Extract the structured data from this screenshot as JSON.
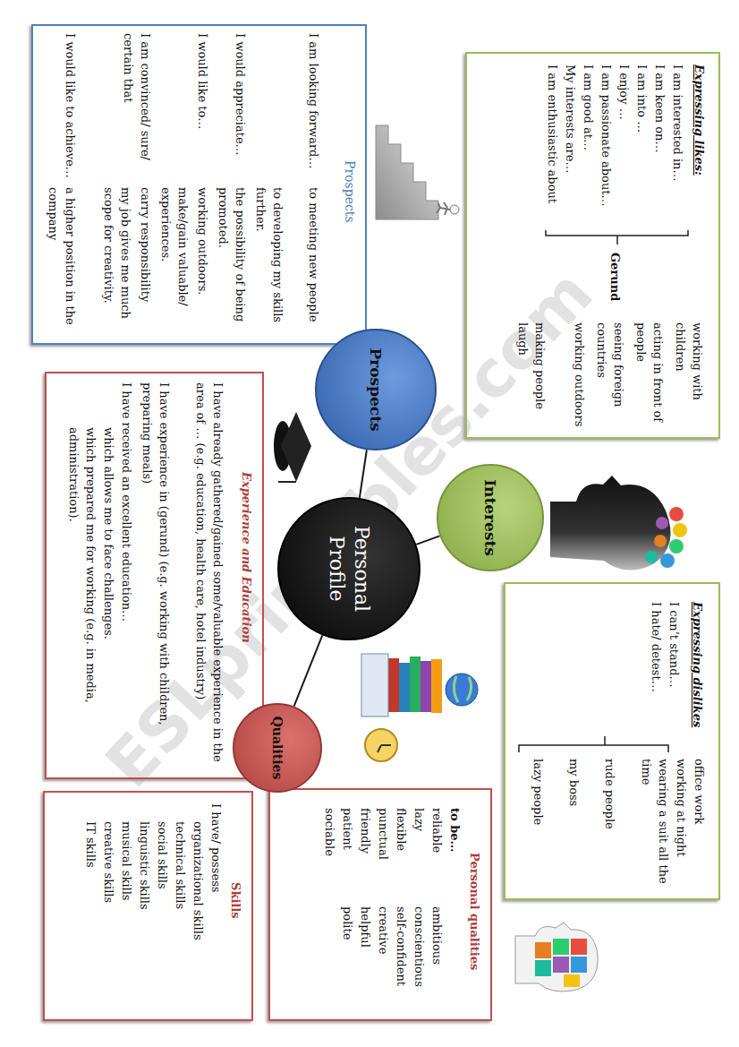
{
  "diagram": {
    "nodes": [
      {
        "text": [
          "Expressing likes:",
          "I am interested in…",
          "I am keen on…",
          "I am into …",
          "I enjoy …",
          "I am passionate about…",
          "I am good at…",
          "My interests are…",
          "I am enthusiastic about",
          "Gerund",
          "working with children",
          "acting in front of people",
          "seeing foreign countries",
          "working outdoors",
          "making people laugh"
        ]
      },
      {
        "text": [
          "Interests"
        ]
      },
      {
        "text": [
          "Expressing dislikes",
          "I can’t stand…",
          "I hate/ detest…",
          "office work",
          "working at night",
          "wearing a suit all the time",
          "rude people",
          "my boss",
          "lazy people"
        ]
      },
      {
        "text": [
          "Prospects",
          "I am looking forward…",
          "to meeting new people",
          "to developing my skills further.",
          "I would appreciate…",
          "the possibility of being promoted.",
          "I would like to…",
          "working outdoors.",
          "make/gain valuable/ experiences.",
          "carry responsibility",
          "I am convinced/ sure/ certain that",
          "my job gives me much scope for creativity.",
          "I would like to achieve…",
          "a higher position in the company"
        ]
      },
      {
        "text": [
          "Prospects"
        ]
      },
      {
        "text": [
          "Personal Profile"
        ]
      },
      {
        "text": [
          "Experience and Education",
          "I have already gathered/gained some/valuable experience in the area of … (e.g. education, health care, hotel industry)",
          "I have experience in (gerund) (e.g. working with children, preparing meals)",
          "I have received an excellent education…",
          "which allows me to face challenges.",
          "which prepared me for working (e.g. in media, administration)."
        ]
      },
      {
        "text": [
          "Qualities"
        ]
      },
      {
        "text": [
          "Personal qualities",
          "to be…",
          "reliable",
          "lazy",
          "flexible",
          "punctual",
          "friendly",
          "patient",
          "sociable",
          "ambitious",
          "conscientious",
          "self-confident",
          "creative",
          "helpful",
          "polite"
        ]
      },
      {
        "text": [
          "Skills",
          "I have/ possess",
          "organizational skills",
          "technical skills",
          "social skills",
          "linguistic skills",
          "musical skills",
          "creative skills",
          "IT skills"
        ]
      }
    ],
    "edges": [
      {
        "from": 5,
        "to": 4,
        "arrow": "none"
      },
      {
        "from": 5,
        "to": 1,
        "arrow": "none"
      },
      {
        "from": 5,
        "to": 7,
        "arrow": "none"
      }
    ],
    "labels": [
      "ESLprintables.com"
    ]
  }
}
